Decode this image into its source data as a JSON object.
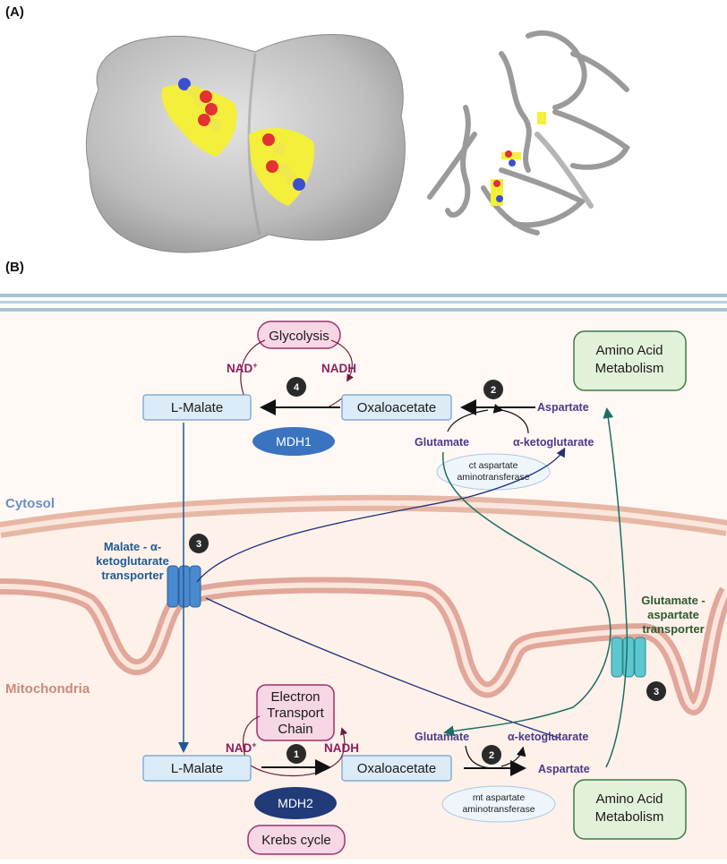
{
  "panel_a_label": "(A)",
  "panel_b_label": "(B)",
  "regions": {
    "cytosol": "Cytosol",
    "mitochondria": "Mitochondria"
  },
  "cytosol": {
    "glycolysis": "Glycolysis",
    "nad": "NAD",
    "nadh": "NADH",
    "l_malate": "L-Malate",
    "oxaloacetate": "Oxaloacetate",
    "enzyme": "MDH1",
    "step_4": "4",
    "step_2": "2",
    "aspartate": "Aspartate",
    "glutamate": "Glutamate",
    "akg": "α-ketoglutarate",
    "aminotransferase_line1": "ct aspartate",
    "aminotransferase_line2": "aminotransferase",
    "amino_acid_line1": "Amino Acid",
    "amino_acid_line2": "Metabolism"
  },
  "transporters": {
    "malate_akg_line1": "Malate - α-",
    "malate_akg_line2": "ketoglutarate",
    "malate_akg_line3": "transporter",
    "malate_akg_step": "3",
    "glu_asp_line1": "Glutamate -",
    "glu_asp_line2": "aspartate",
    "glu_asp_line3": "transporter",
    "glu_asp_step": "3"
  },
  "mitochondria": {
    "etc_line1": "Electron",
    "etc_line2": "Transport",
    "etc_line3": "Chain",
    "nad": "NAD",
    "nadh": "NADH",
    "step_1": "1",
    "step_2": "2",
    "l_malate": "L-Malate",
    "oxaloacetate": "Oxaloacetate",
    "enzyme": "MDH2",
    "krebs": "Krebs cycle",
    "glutamate": "Glutamate",
    "akg": "α-ketoglutarate",
    "aspartate": "Aspartate",
    "aminotransferase_line1": "mt aspartate",
    "aminotransferase_line2": "aminotransferase",
    "amino_acid_line1": "Amino Acid",
    "amino_acid_line2": "Metabolism"
  },
  "colors": {
    "box_fill": "#dcebf8",
    "box_stroke": "#6f9ecb",
    "pink_fill": "#f7d6e6",
    "pink_stroke": "#a0306b",
    "green_fill": "#e2f1d9",
    "green_stroke": "#3d7a45",
    "mdh1": "#3a74c0",
    "mdh2": "#213a78",
    "teal_arrow": "#1e6e62",
    "navy_arrow": "#22307a"
  }
}
